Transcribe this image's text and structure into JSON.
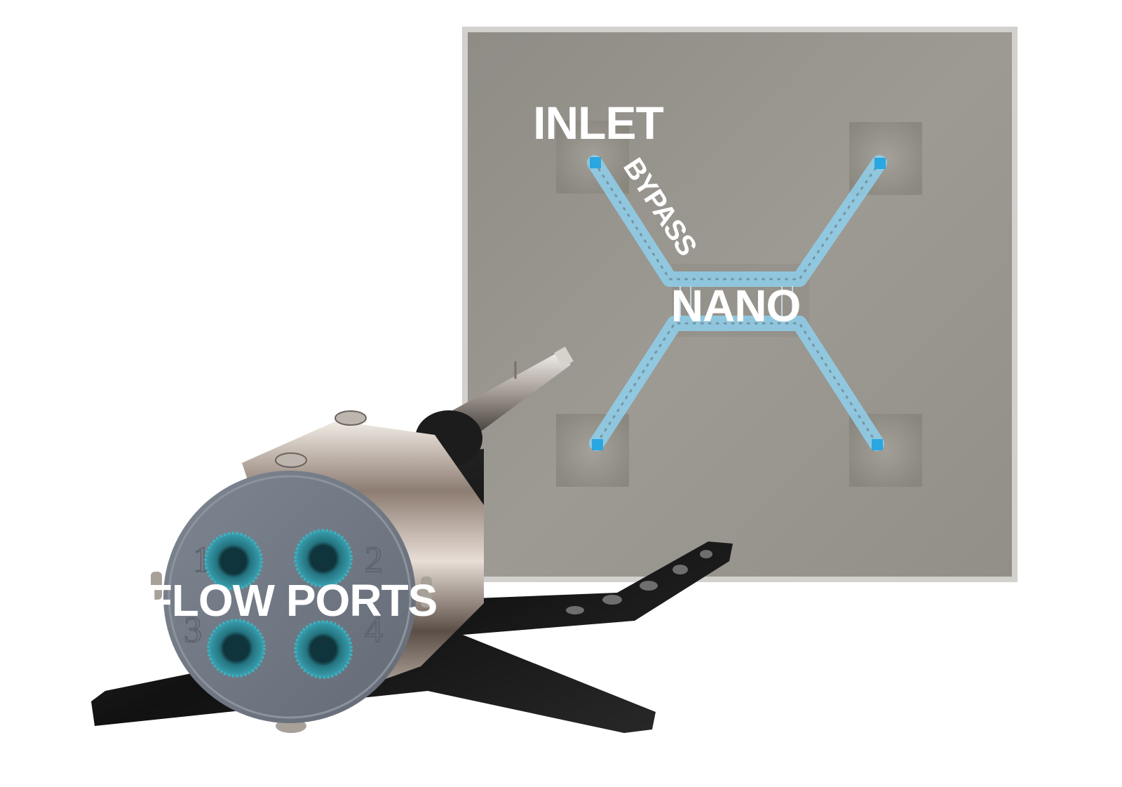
{
  "labels": {
    "inlet": "INLET",
    "bypass": "BYPASS",
    "nano": "NANO",
    "flow_ports": "FLOW PORTS"
  },
  "port_numbers": [
    "1",
    "2",
    "3",
    "4"
  ],
  "colors": {
    "chip": "#9a968e",
    "chip_border": "#d2d0cc",
    "channel": "#8fd0ec",
    "port_dot": "#2aa6e0",
    "cap": "#6f7783",
    "fitting": "#2f8a9a",
    "stand": "#161616",
    "holder_metal": "#b9a89a"
  }
}
